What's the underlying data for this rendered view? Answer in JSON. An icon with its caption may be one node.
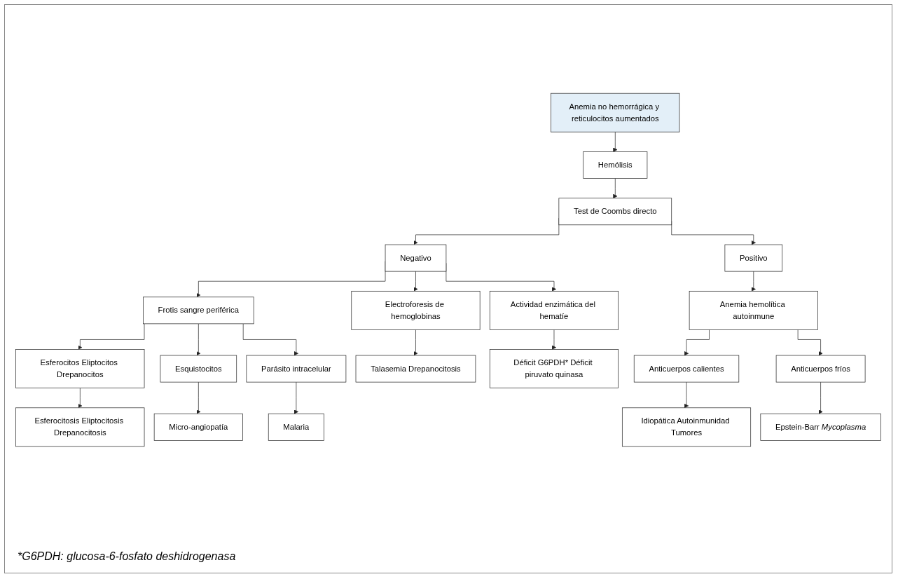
{
  "diagram": {
    "caption": "*G6PDH: glucosa-6-fosfato deshidrogenasa",
    "nodes": [
      {
        "text": [
          "Anemia no hemorrágica y reticulocitos aumentados"
        ]
      },
      {
        "text": [
          "Hemólisis"
        ]
      },
      {
        "text": [
          "Test de Coombs directo"
        ]
      },
      {
        "text": [
          "Negativo"
        ]
      },
      {
        "text": [
          "Positivo"
        ]
      },
      {
        "text": [
          "Frotis sangre periférica"
        ]
      },
      {
        "text": [
          "Electroforesis de hemoglobinas"
        ]
      },
      {
        "text": [
          "Actividad enzimática del hematíe"
        ]
      },
      {
        "text": [
          "Anemia hemolítica autoinmune"
        ]
      },
      {
        "text": [
          "Esferocitos Eliptocitos Drepanocitos"
        ]
      },
      {
        "text": [
          "Esquistocitos"
        ]
      },
      {
        "text": [
          "Parásito intracelular"
        ]
      },
      {
        "text": [
          "Anticuerpos calientes"
        ]
      },
      {
        "text": [
          "Anticuerpos fríos"
        ]
      },
      {
        "text": [
          "Esferocitosis Eliptocitosis Drepanocitosis"
        ]
      },
      {
        "text": [
          "Micro-angiopatía"
        ]
      },
      {
        "text": [
          "Malaria"
        ]
      },
      {
        "text": [
          "Talasemia Drepanocitosis"
        ]
      },
      {
        "text": [
          "Déficit G6PDH* Déficit piruvato quinasa"
        ]
      },
      {
        "text": [
          "Idiopática Autoinmunidad Tumores"
        ]
      },
      {
        "text": [
          "Epstein-Barr *Mycoplasma*"
        ]
      }
    ],
    "edges": [
      {
        "from": 0,
        "to": 1,
        "arrow": "to"
      },
      {
        "from": 1,
        "to": 2,
        "arrow": "to"
      },
      {
        "from": 2,
        "to": 3,
        "arrow": "to"
      },
      {
        "from": 2,
        "to": 4,
        "arrow": "to"
      },
      {
        "from": 3,
        "to": 5,
        "arrow": "to"
      },
      {
        "from": 3,
        "to": 6,
        "arrow": "to"
      },
      {
        "from": 3,
        "to": 7,
        "arrow": "to"
      },
      {
        "from": 4,
        "to": 8,
        "arrow": "to"
      },
      {
        "from": 5,
        "to": 9,
        "arrow": "to"
      },
      {
        "from": 5,
        "to": 10,
        "arrow": "to"
      },
      {
        "from": 5,
        "to": 11,
        "arrow": "to"
      },
      {
        "from": 8,
        "to": 12,
        "arrow": "to"
      },
      {
        "from": 8,
        "to": 13,
        "arrow": "to"
      },
      {
        "from": 9,
        "to": 14,
        "arrow": "to"
      },
      {
        "from": 10,
        "to": 15,
        "arrow": "to"
      },
      {
        "from": 11,
        "to": 16,
        "arrow": "to"
      },
      {
        "from": 6,
        "to": 17,
        "arrow": "to"
      },
      {
        "from": 7,
        "to": 18,
        "arrow": "to"
      },
      {
        "from": 12,
        "to": 19,
        "arrow": "to"
      },
      {
        "from": 13,
        "to": 20,
        "arrow": "to"
      }
    ]
  }
}
